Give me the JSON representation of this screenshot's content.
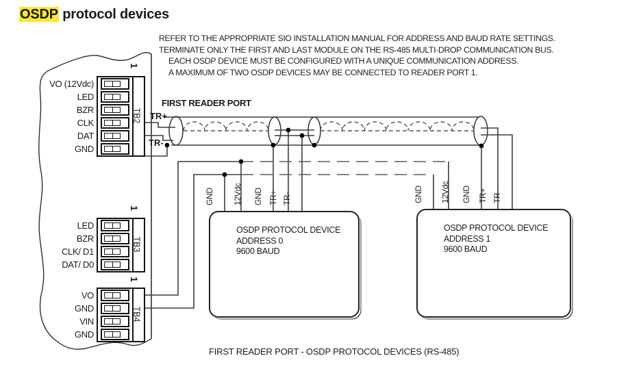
{
  "title": {
    "highlight": "OSDP",
    "rest": " protocol devices"
  },
  "notes": {
    "line1": "REFER TO THE APPROPRIATE SIO INSTALLATION MANUAL FOR ADDRESS AND BAUD RATE SETTINGS.",
    "line2": "TERMINATE ONLY THE FIRST AND LAST MODULE ON THE RS-485 MULTI-DROP COMMUNICATION BUS.",
    "line3": "EACH OSDP DEVICE MUST BE CONFIGURED WITH A UNIQUE COMMUNICATION ADDRESS.",
    "line4": "A MAXIMUM OF TWO OSDP DEVICES MAY BE CONNECTED TO READER PORT 1."
  },
  "reader_port_label": "FIRST READER PORT",
  "caption": "FIRST READER PORT - OSDP PROTOCOL DEVICES (RS-485)",
  "cable": {
    "tr_plus": "TR+",
    "tr_minus": "TR-"
  },
  "board": {
    "tb2": {
      "name": "TB2",
      "pin1": "1",
      "terminals": [
        "VO (12Vdc)",
        "LED",
        "BZR",
        "CLK",
        "DAT",
        "GND"
      ]
    },
    "tb3": {
      "name": "TB3",
      "pin1": "1",
      "terminals": [
        "LED",
        "BZR",
        "CLK/ D1",
        "DAT/ D0"
      ]
    },
    "tb4": {
      "name": "TB4",
      "pin1": "1",
      "terminals": [
        "VO",
        "GND",
        "VIN",
        "GND"
      ]
    }
  },
  "devices": [
    {
      "title": "OSDP PROTOCOL DEVICE",
      "address": "ADDRESS 0",
      "baud": "9600 BAUD",
      "wires": [
        "GND",
        "12Vdc",
        "GND",
        "TR+",
        "TR-"
      ]
    },
    {
      "title": "OSDP PROTOCOL DEVICE",
      "address": "ADDRESS 1",
      "baud": "9600 BAUD",
      "wires": [
        "GND",
        "12Vdc",
        "GND",
        "TR+",
        "TR-"
      ]
    }
  ],
  "colors": {
    "highlight": "#fbe53b",
    "wire": "#3c3c3c",
    "bus": "#5a5a5a",
    "text": "#1a1a1a"
  }
}
